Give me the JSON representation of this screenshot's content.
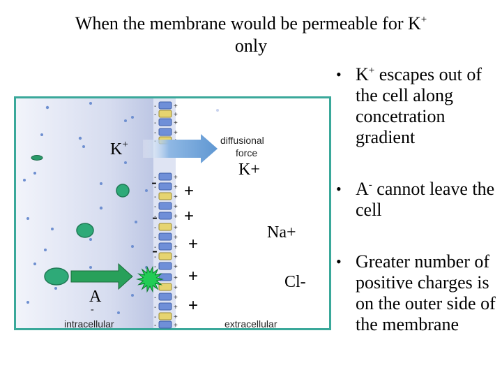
{
  "title": {
    "line1": "When the membrane would be  permeable for K",
    "line1_sup": "+",
    "line2": "only"
  },
  "bullets": [
    {
      "lines": [
        "K",
        "+",
        " escapes out of the cell along concetration gradient"
      ]
    },
    {
      "lines": [
        "A",
        "-",
        " cannot leave the cell"
      ]
    },
    {
      "lines": [
        "Greater number of positive charges is on the outer side of the membrane"
      ]
    }
  ],
  "diagram": {
    "k_left_label": "K",
    "k_left_sup": "+",
    "arrow_label_line1": "diffusional",
    "arrow_label_line2": "force",
    "k_right_label": "K+",
    "na_label": "Na+",
    "cl_label": "Cl-",
    "anion_label": "A",
    "anion_sub": "-",
    "intracellular_label": "intracellular",
    "extracellular_label": "extracellular",
    "minus_sign": "-",
    "plus_sign": "+"
  },
  "colors": {
    "frame": "#3aa89a",
    "membrane_blue": "#6f8fd8",
    "channel_yellow": "#e6d470",
    "arrow_blue": "#6a9fd6",
    "green_molecule": "#2eaa78",
    "green_arrow": "#28a05a",
    "star_green": "#22cc55"
  }
}
